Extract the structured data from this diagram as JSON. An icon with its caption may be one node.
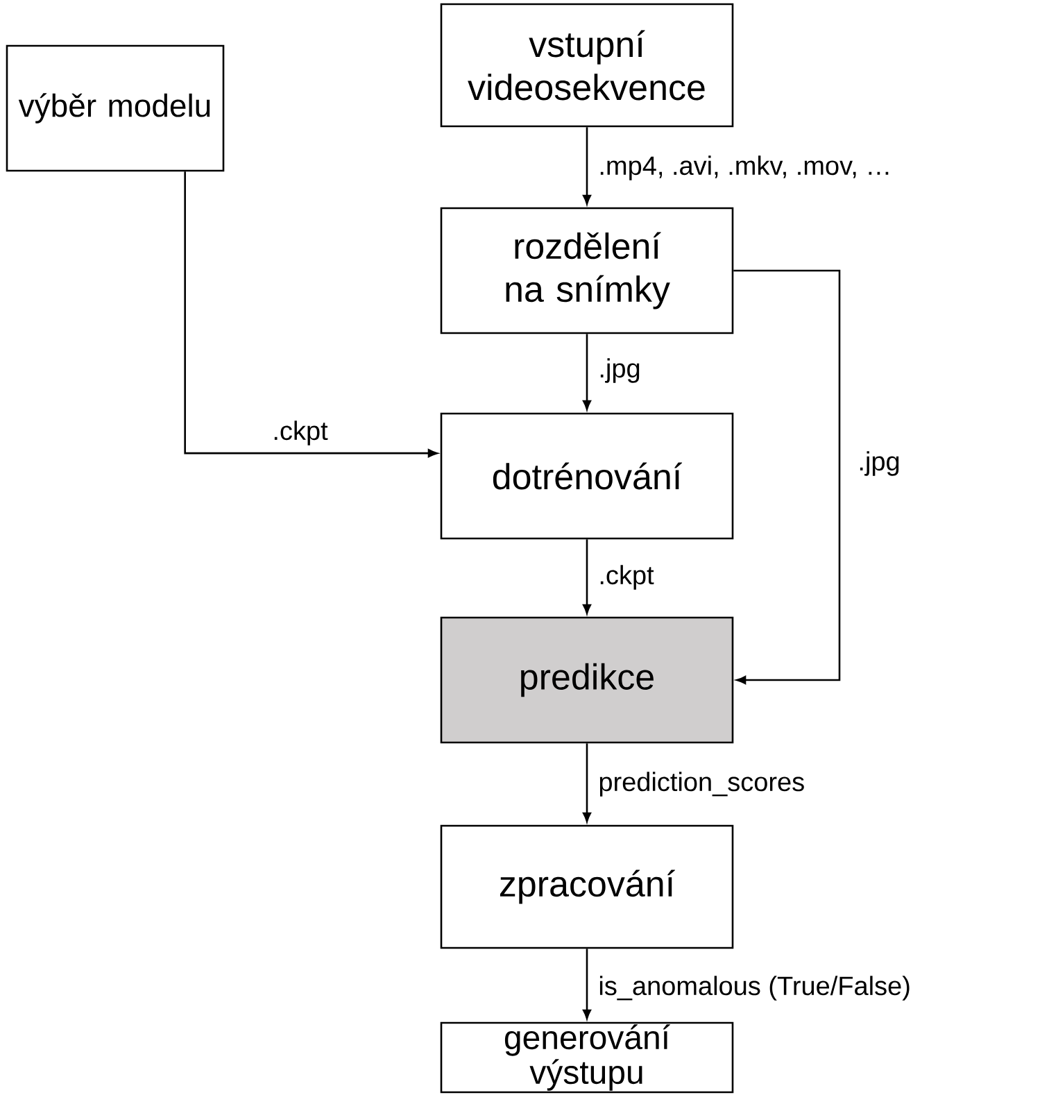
{
  "diagram": {
    "nodes": [
      {
        "text": [
          "výběr modelu"
        ]
      },
      {
        "text": [
          "vstupní videosekvence"
        ]
      },
      {
        "text": [
          "rozdělení na snímky"
        ]
      },
      {
        "text": [
          "dotrénování"
        ]
      },
      {
        "text": [
          "predikce"
        ]
      },
      {
        "text": [
          "zpracování"
        ]
      },
      {
        "text": [
          "generování výstupu"
        ]
      }
    ],
    "edges": [
      {
        "from": 1,
        "to": 2,
        "arrow": "to",
        "label": ".mp4, .avi, .mkv, .mov, …"
      },
      {
        "from": 2,
        "to": 3,
        "arrow": "to",
        "label": ".jpg"
      },
      {
        "from": 0,
        "to": 3,
        "arrow": "to",
        "label": ".ckpt"
      },
      {
        "from": 3,
        "to": 4,
        "arrow": "to",
        "label": ".ckpt"
      },
      {
        "from": 2,
        "to": 4,
        "arrow": "to",
        "label": ".jpg"
      },
      {
        "from": 4,
        "to": 5,
        "arrow": "to",
        "label": "prediction_scores"
      },
      {
        "from": 5,
        "to": 6,
        "arrow": "to",
        "label": "is_anomalous (True/False)"
      }
    ]
  }
}
